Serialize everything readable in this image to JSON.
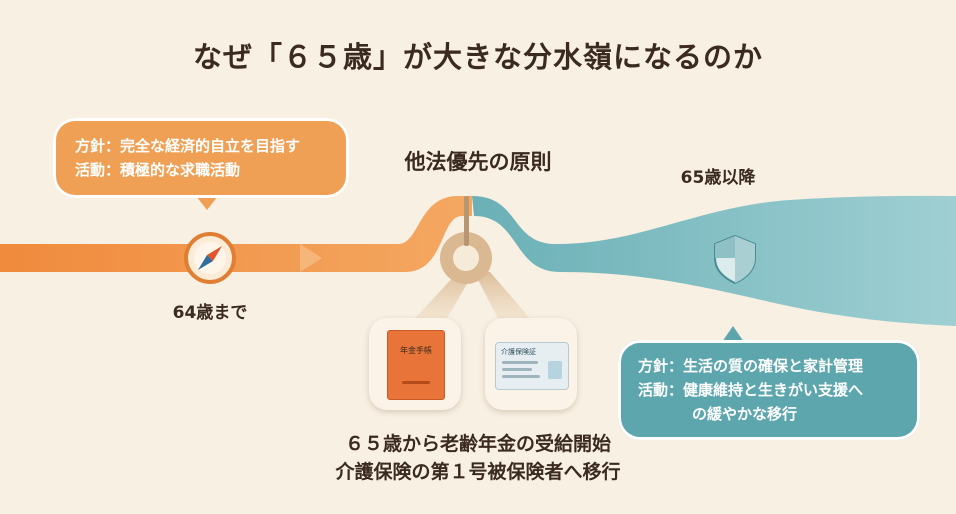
{
  "title": "なぜ「６５歳」が大きな分水嶺になるのか",
  "principle_label": "他法優先の原則",
  "left_bubble": {
    "policy_label": "方針：",
    "policy_text": "完全な経済的自立を目指す",
    "activity_label": "活動：",
    "activity_text": "積極的な求職活動"
  },
  "right_bubble": {
    "policy_label": "方針：",
    "policy_text": "生活の質の確保と家計管理",
    "activity_label": "活動：",
    "activity_text_line1": "健康維持と生きがい支援へ",
    "activity_text_line2": "の緩やかな移行"
  },
  "until_label": "64歳まで",
  "after_label": "65歳以降",
  "pension_book_title": "年金手帳",
  "insurance_card_title": "介護保険証",
  "caption": {
    "line1": "６５歳から老齢年金の受給開始",
    "line2": "介護保険の第１号被保険者へ移行"
  },
  "icons": {
    "compass": "compass-icon",
    "shield": "shield-icon",
    "pension_book": "pension-book-icon",
    "insurance_card": "insurance-card-icon"
  },
  "colors": {
    "background": "#f8f0e3",
    "orange_path": "#f0a055",
    "teal_path": "#5ea6ad",
    "text": "#3a2a1f"
  }
}
